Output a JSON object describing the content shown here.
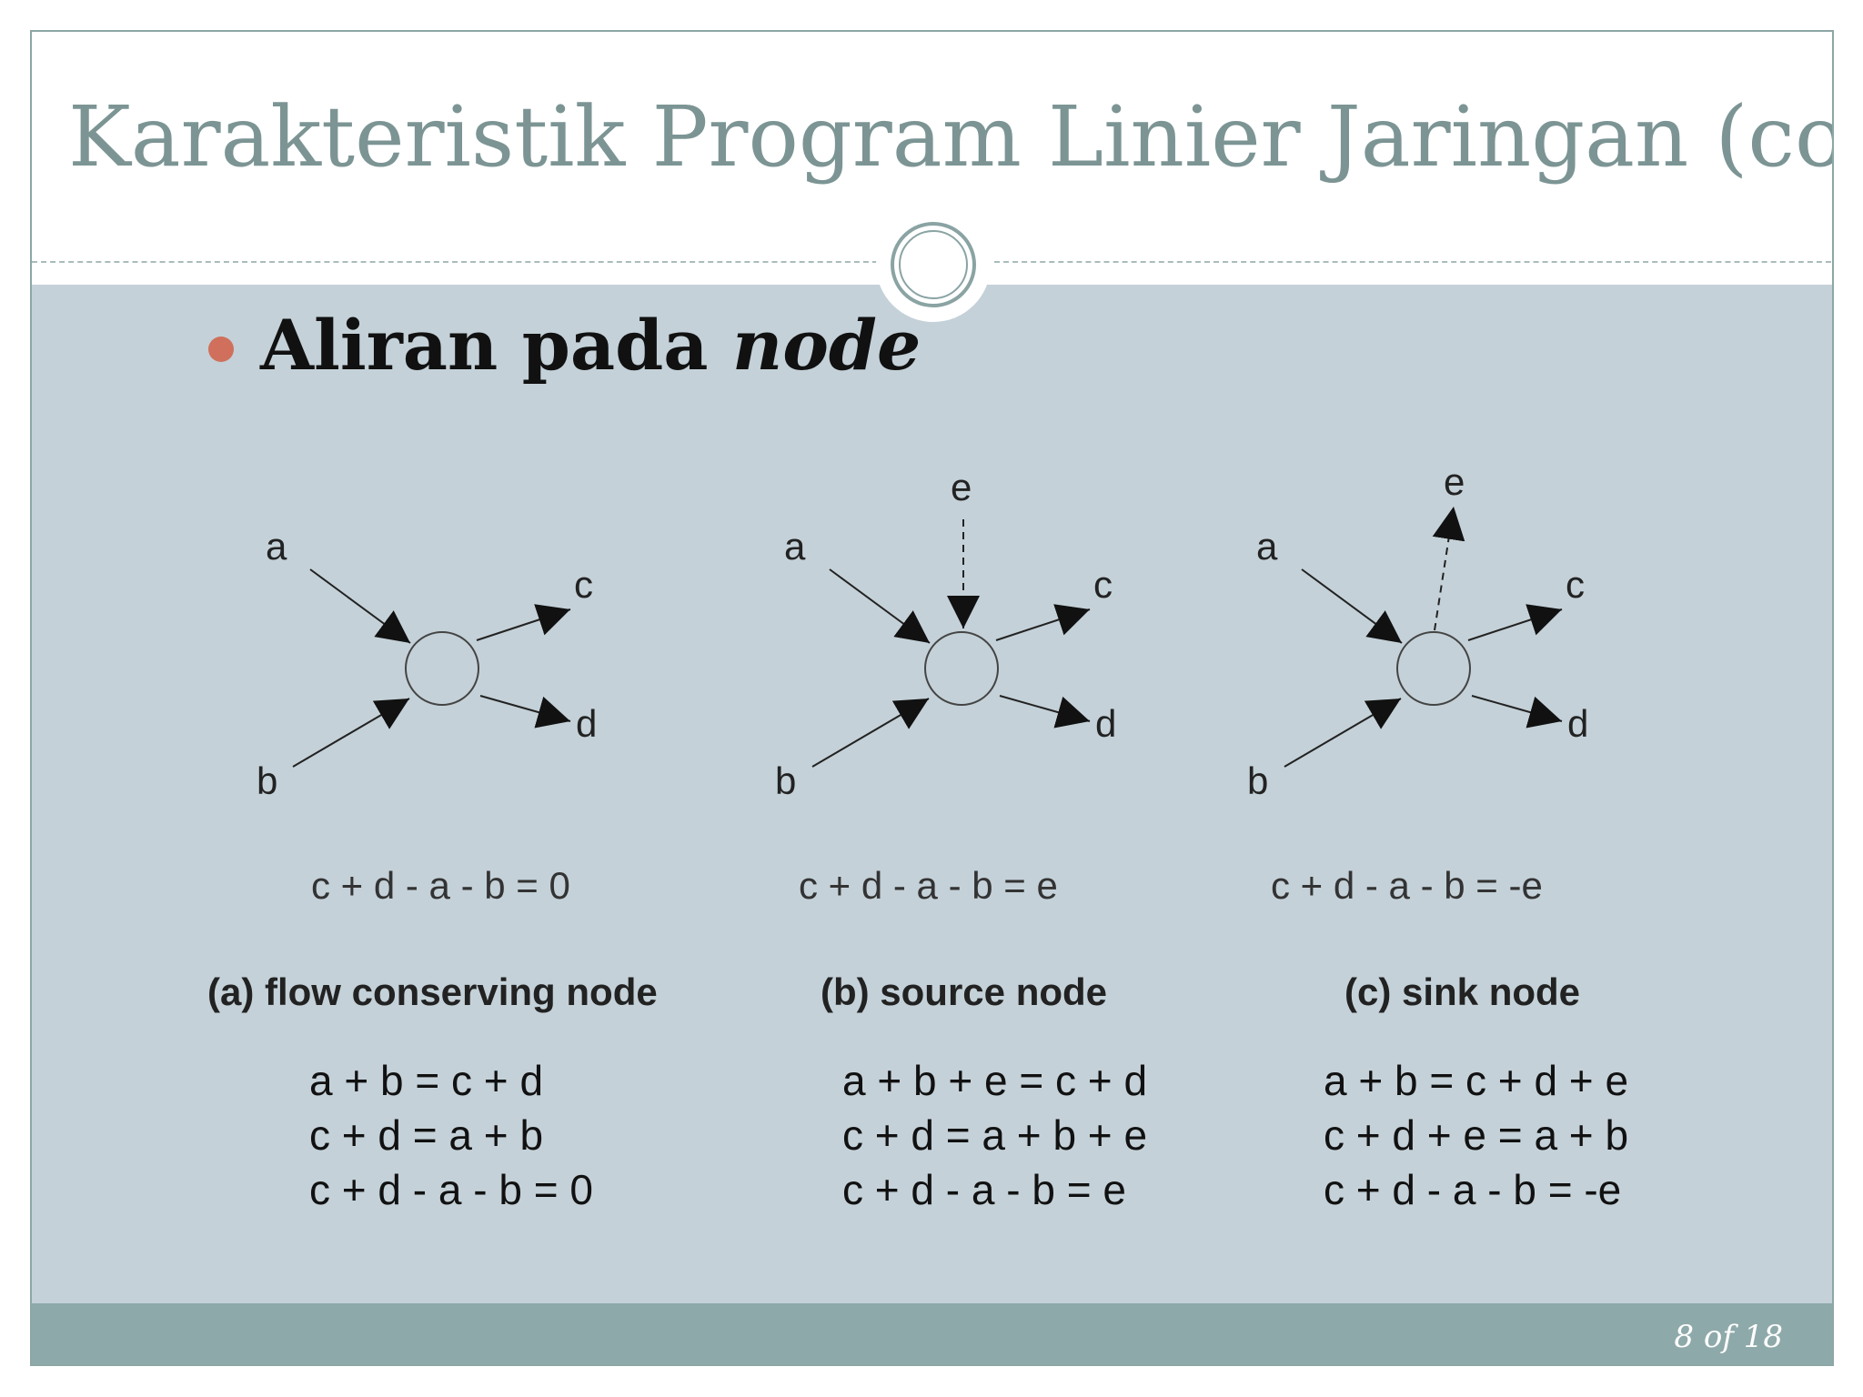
{
  "slide": {
    "title": "Karakteristik Program Linier Jaringan (cont’d.)",
    "bullet": {
      "text": "Aliran pada ",
      "emphasis": "node"
    },
    "page_number": "8  of 18",
    "accent_color": "#d0705c"
  },
  "diagrams": [
    {
      "labels": {
        "a": "a",
        "b": "b",
        "c": "c",
        "d": "d"
      },
      "node_equation": "c + d - a - b = 0",
      "caption": "(a) flow conserving node",
      "equations": [
        "a + b = c + d",
        "c + d = a + b",
        "c + d - a - b = 0"
      ]
    },
    {
      "labels": {
        "a": "a",
        "b": "b",
        "c": "c",
        "d": "d",
        "e": "e"
      },
      "node_equation": "c + d - a - b = e",
      "caption": "(b) source node",
      "equations": [
        "a + b + e = c + d",
        "c + d = a + b + e",
        "c + d - a - b = e"
      ]
    },
    {
      "labels": {
        "a": "a",
        "b": "b",
        "c": "c",
        "d": "d",
        "e": "e"
      },
      "node_equation": "c + d - a - b = -e",
      "caption": "(c) sink node",
      "equations": [
        "a + b = c + d + e",
        "c + d + e = a + b",
        "c + d - a - b = -e"
      ]
    }
  ]
}
